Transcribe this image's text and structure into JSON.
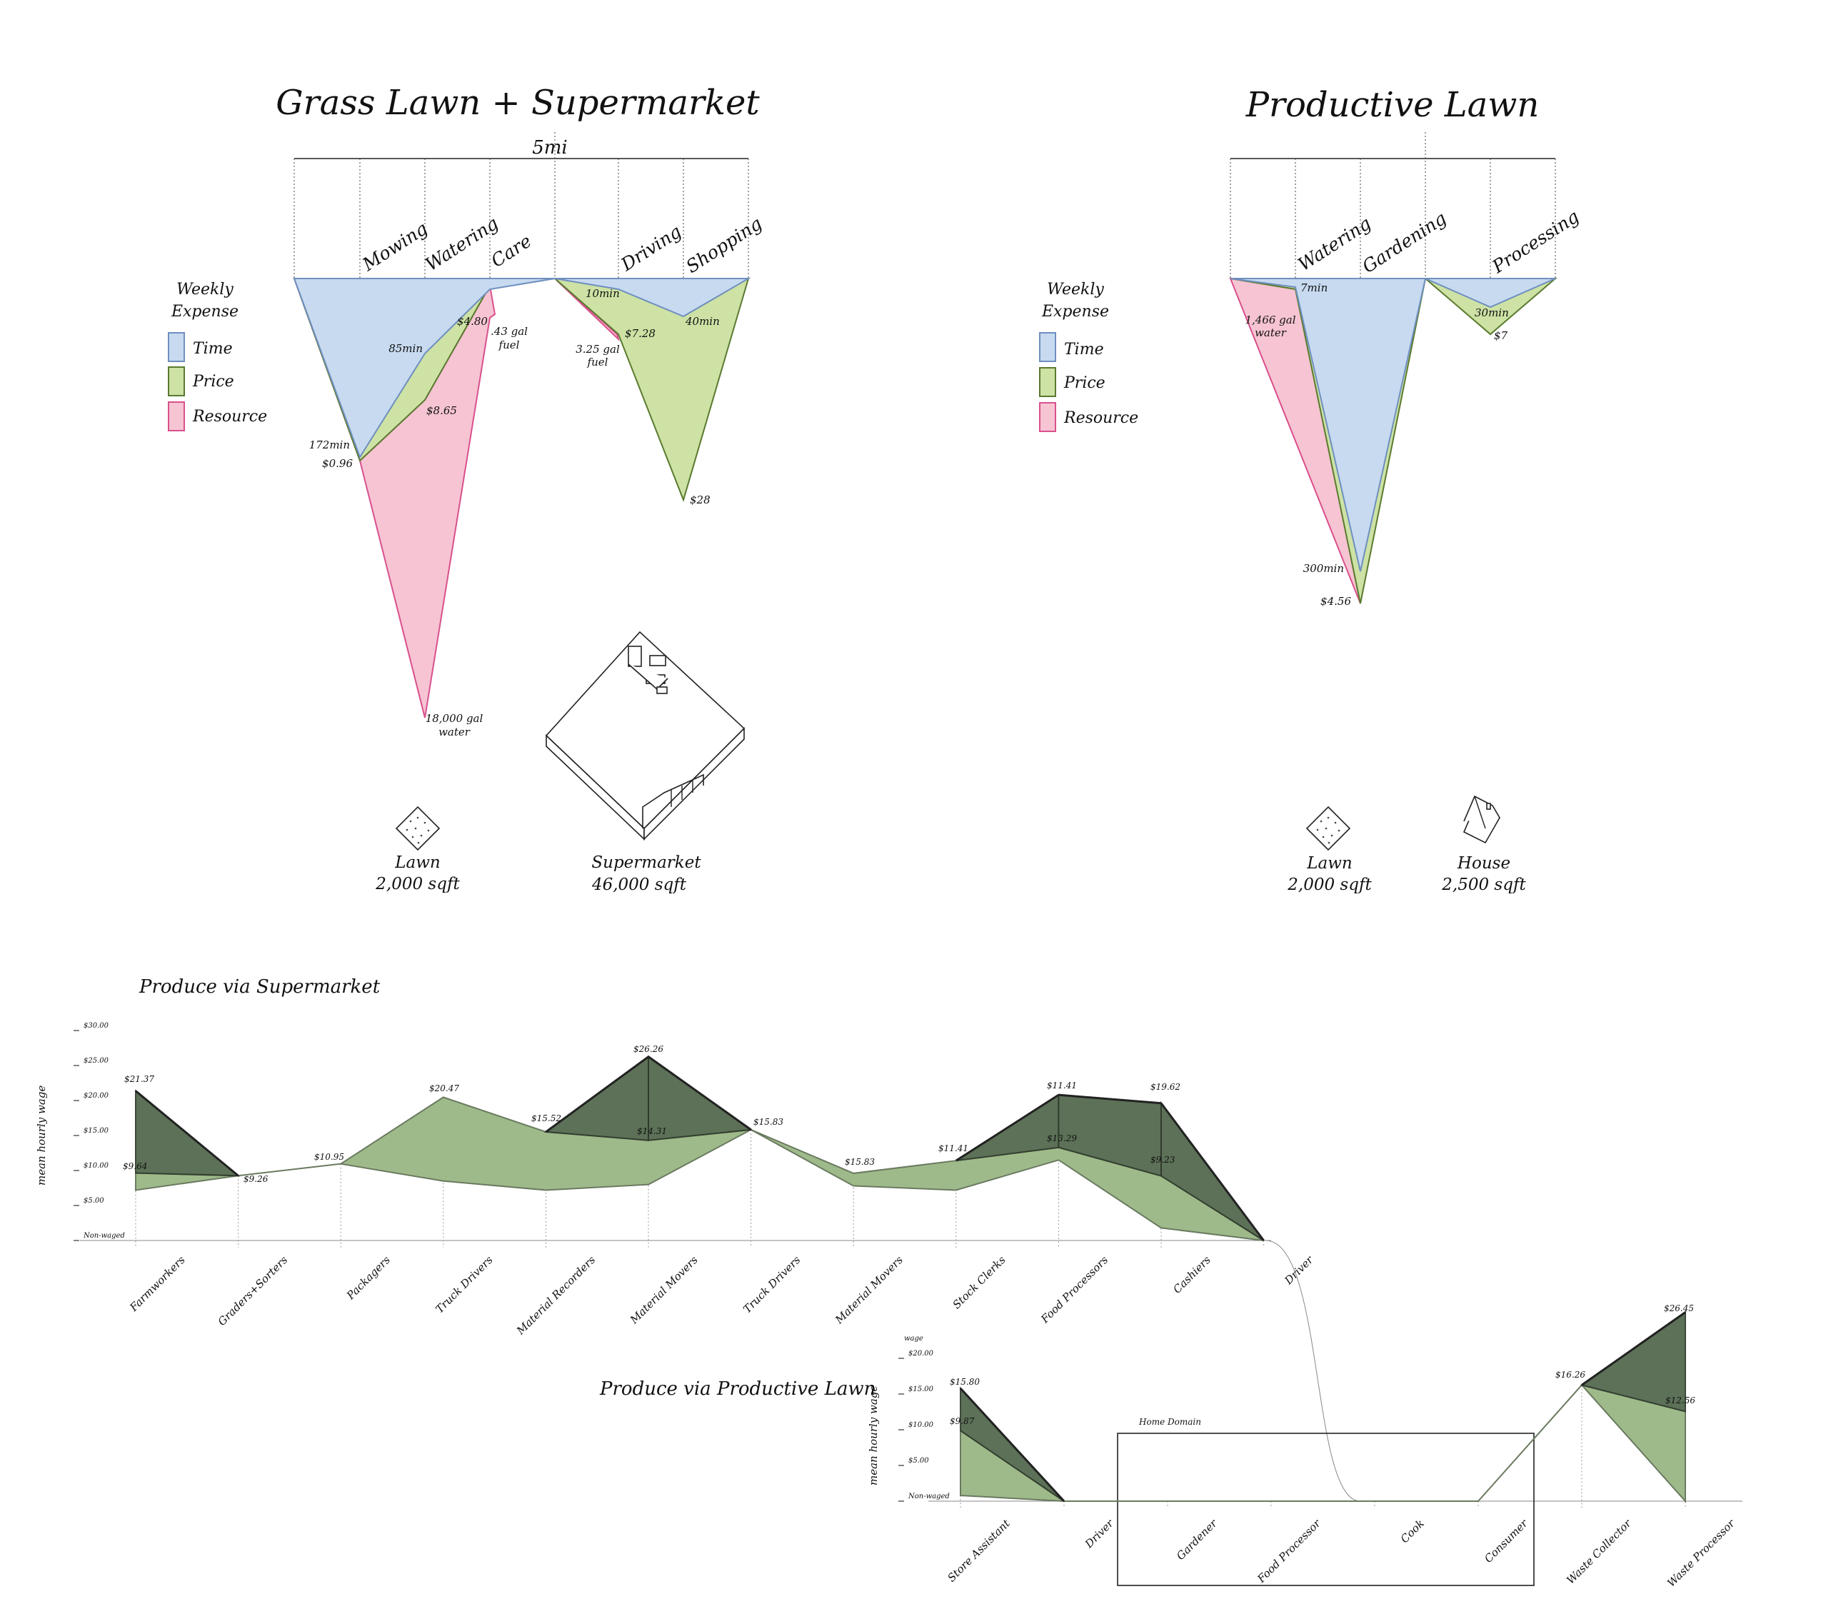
{
  "legend": {
    "title_line1": "Weekly",
    "title_line2": "Expense",
    "items": [
      {
        "label": "Time",
        "color": "#c7daf0"
      },
      {
        "label": "Price",
        "color": "#cde2a4"
      },
      {
        "label": "Resource",
        "color": "#f6c4d2"
      }
    ]
  },
  "chart_data": [
    {
      "type": "area",
      "title": "Grass Lawn + Supermarket",
      "distance_label": "5mi",
      "activities": [
        "Mowing",
        "Watering",
        "Care",
        "Driving",
        "Shopping"
      ],
      "series": [
        {
          "name": "Time",
          "values": [
            "172min",
            "85min",
            "",
            "10min",
            "40min"
          ]
        },
        {
          "name": "Price",
          "values": [
            "$0.96",
            "$8.65",
            "$4.80",
            "$7.28",
            "$28"
          ]
        },
        {
          "name": "Resource",
          "values": [
            "",
            "18,000 gal water",
            ".43 gal fuel",
            "3.25 gal fuel",
            ""
          ]
        }
      ],
      "annotations": [
        {
          "text": "172min"
        },
        {
          "text": "$0.96"
        },
        {
          "text": "85min"
        },
        {
          "text": "$8.65"
        },
        {
          "text": "$4.80"
        },
        {
          "text": ".43 gal",
          "text2": "fuel"
        },
        {
          "text": "18,000 gal",
          "text2": "water"
        },
        {
          "text": "10min"
        },
        {
          "text": "3.25 gal",
          "text2": "fuel"
        },
        {
          "text": "$7.28"
        },
        {
          "text": "40min"
        },
        {
          "text": "$28"
        }
      ],
      "buildings": [
        {
          "name": "Lawn",
          "size": "2,000 sqft"
        },
        {
          "name": "Supermarket",
          "size": "46,000 sqft"
        }
      ]
    },
    {
      "type": "area",
      "title": "Productive Lawn",
      "activities": [
        "Watering",
        "Gardening",
        "Processing"
      ],
      "series": [
        {
          "name": "Time",
          "values": [
            "7min",
            "300min",
            "30min"
          ]
        },
        {
          "name": "Price",
          "values": [
            "",
            "$4.56",
            "$7"
          ]
        },
        {
          "name": "Resource",
          "values": [
            "1,466 gal water",
            "",
            ""
          ]
        }
      ],
      "annotations": [
        {
          "text": "1,466 gal",
          "text2": "water"
        },
        {
          "text": "7min"
        },
        {
          "text": "300min"
        },
        {
          "text": "$4.56"
        },
        {
          "text": "30min"
        },
        {
          "text": "$7"
        }
      ],
      "buildings": [
        {
          "name": "Lawn",
          "size": "2,000 sqft"
        },
        {
          "name": "House",
          "size": "2,500 sqft"
        }
      ]
    },
    {
      "type": "line",
      "title": "Produce via Supermarket",
      "ylabel": "mean hourly wage",
      "ylim": [
        0,
        30
      ],
      "yticks": [
        {
          "label": "$30.00",
          "v": 30
        },
        {
          "label": "$25.00",
          "v": 25
        },
        {
          "label": "$20.00",
          "v": 20
        },
        {
          "label": "$15.00",
          "v": 15
        },
        {
          "label": "$10.00",
          "v": 10
        },
        {
          "label": "$5.00",
          "v": 5
        },
        {
          "label": "Non-waged",
          "v": 0
        }
      ],
      "categories": [
        "Farmworkers",
        "Graders+Sorters",
        "Packagers",
        "Truck Drivers",
        "Material Recorders",
        "Material Movers",
        "Truck Drivers",
        "Material Movers",
        "Stock Clerks",
        "Food Processors",
        "Cashiers",
        "Driver"
      ],
      "series": [
        {
          "values": [
            9.64,
            9.26,
            10.95,
            20.47,
            15.52,
            14.31,
            15.83,
            9.6,
            11.41,
            13.29,
            9.23,
            0
          ]
        },
        {
          "values": [
            7.2,
            9.26,
            10.95,
            8.5,
            7.2,
            8.0,
            15.83,
            7.8,
            7.2,
            11.5,
            1.8,
            0
          ]
        },
        {
          "values": [
            21.37,
            9.26,
            null,
            null,
            15.52,
            26.26,
            15.83,
            null,
            11.41,
            20.8,
            19.62,
            0
          ]
        }
      ],
      "data_labels": [
        {
          "text": "$21.37"
        },
        {
          "text": "$9.64"
        },
        {
          "text": "$9.26"
        },
        {
          "text": "$10.95"
        },
        {
          "text": "$20.47"
        },
        {
          "text": "$15.52"
        },
        {
          "text": "$26.26"
        },
        {
          "text": "$14.31"
        },
        {
          "text": "$15.83"
        },
        {
          "text": "$15.83"
        },
        {
          "text": "$11.41"
        },
        {
          "text": "$11.41"
        },
        {
          "text": "$13.29"
        },
        {
          "text": "$19.62"
        },
        {
          "text": "$9.23"
        }
      ]
    },
    {
      "type": "line",
      "title": "Produce via Productive Lawn",
      "ylabel": "mean hourly wage",
      "axis_unit": "wage",
      "ylim": [
        0,
        20
      ],
      "yticks": [
        {
          "label": "$20.00",
          "v": 20
        },
        {
          "label": "$15.00",
          "v": 15
        },
        {
          "label": "$10.00",
          "v": 10
        },
        {
          "label": "$5.00",
          "v": 5
        },
        {
          "label": "Non-waged",
          "v": 0
        }
      ],
      "domain_label": "Home Domain",
      "categories": [
        "Store Assistant",
        "Driver",
        "Gardener",
        "Food Processor",
        "Cook",
        "Consumer",
        "Waste Collector",
        "Waste Processor"
      ],
      "series": [
        {
          "values": [
            9.87,
            0,
            0,
            0,
            0,
            0,
            16.26,
            12.56
          ]
        },
        {
          "values": [
            0.8,
            0,
            0,
            0,
            0,
            0,
            16.26,
            0
          ]
        },
        {
          "values": [
            15.8,
            0,
            null,
            null,
            null,
            null,
            16.26,
            26.45
          ]
        }
      ],
      "data_labels": [
        {
          "text": "$15.80"
        },
        {
          "text": "$9.87"
        },
        {
          "text": "$16.26"
        },
        {
          "text": "$26.45"
        },
        {
          "text": "$12.56"
        }
      ]
    }
  ]
}
